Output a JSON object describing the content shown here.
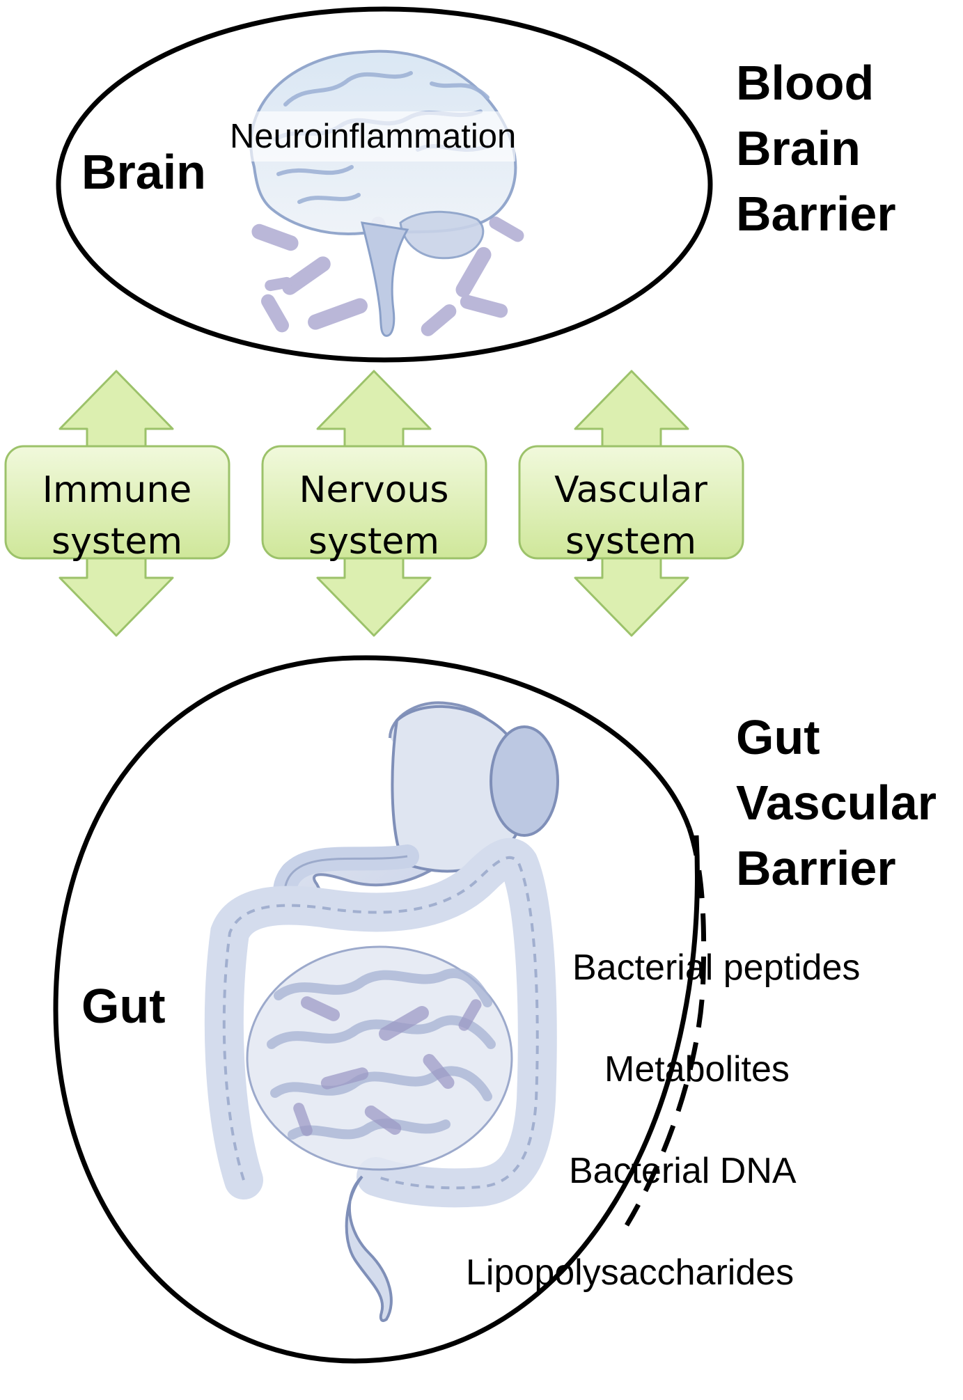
{
  "brain": {
    "label": "Brain",
    "annotation": "Neuroinflammation",
    "barrier_lines": [
      "Blood",
      "Brain",
      "Barrier"
    ]
  },
  "systems": [
    {
      "line1": "Immune",
      "line2": "system"
    },
    {
      "line1": "Nervous",
      "line2": "system"
    },
    {
      "line1": "Vascular",
      "line2": "system"
    }
  ],
  "gut": {
    "label": "Gut",
    "barrier_lines": [
      "Gut",
      "Vascular",
      "Barrier"
    ],
    "molecules": [
      "Bacterial peptides",
      "Metabolites",
      "Bacterial DNA",
      "Lipopolysaccharides"
    ]
  },
  "colors": {
    "arrow_fill": "#dcefb0",
    "arrow_stroke": "#9cc26a",
    "organ_fill": "#cfd8ea",
    "organ_stroke": "#7f8fb8",
    "bacteria": "#9a97c4"
  }
}
